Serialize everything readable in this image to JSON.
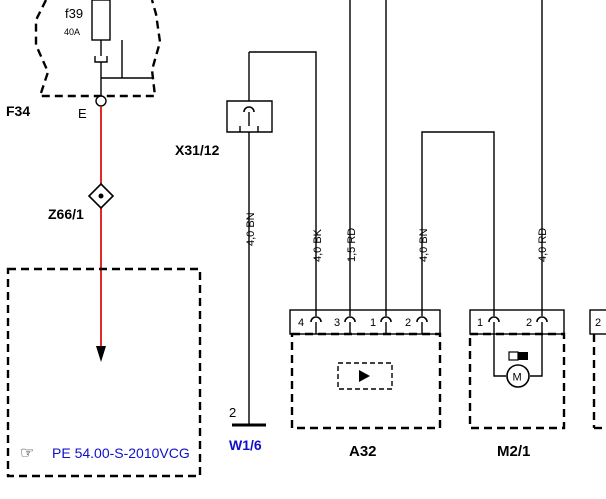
{
  "fuse": {
    "name": "f39",
    "rating": "40A"
  },
  "fusebox": {
    "label": "F34",
    "terminal": "E"
  },
  "splice": {
    "label": "Z66/1"
  },
  "connector": {
    "label": "X31/12"
  },
  "ground": {
    "pin": "2",
    "label": "W1/6"
  },
  "wires": [
    {
      "spec": "4,0 BN"
    },
    {
      "spec": "4,0 BK"
    },
    {
      "spec": "1,5 RD"
    },
    {
      "spec": "4,0 BN"
    },
    {
      "spec": "4,0 RD"
    }
  ],
  "a32": {
    "label": "A32",
    "pins": [
      "4",
      "3",
      "1",
      "2"
    ]
  },
  "m21": {
    "label": "M2/1",
    "pins": [
      "1",
      "2"
    ],
    "motor_symbol": "M"
  },
  "right_box": {
    "pin": "2"
  },
  "reference": {
    "text": "PE 54.00-S-2010VCG"
  },
  "colors": {
    "red_wire": "#e01010",
    "reference_text": "#1010c8"
  }
}
